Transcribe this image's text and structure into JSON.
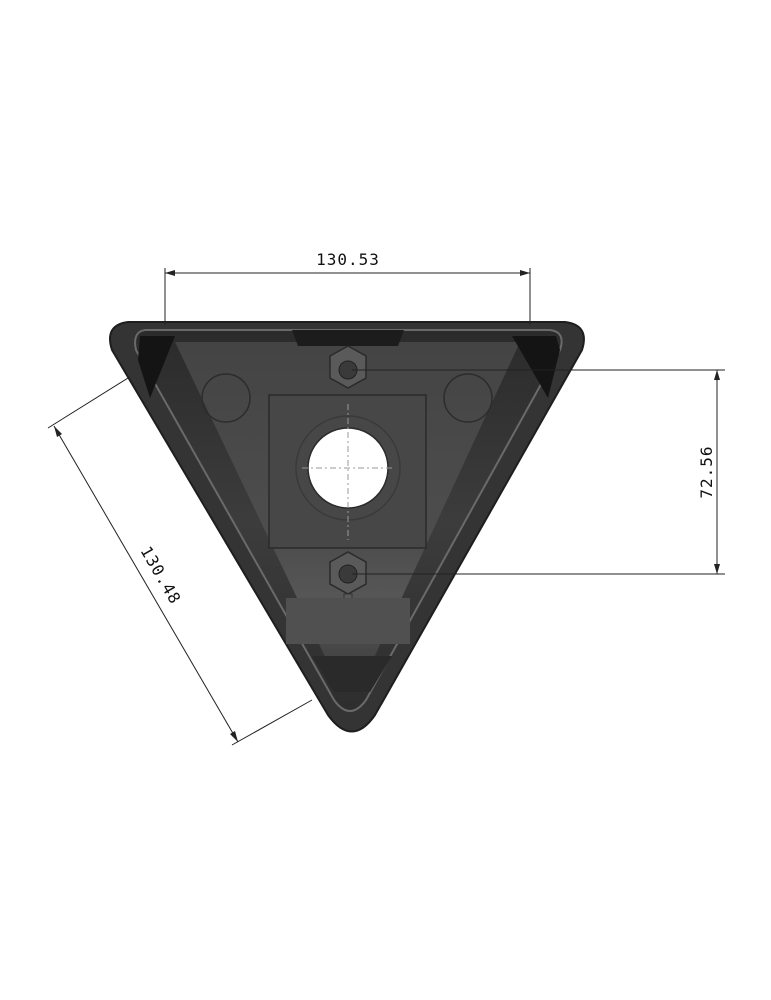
{
  "dimensions": {
    "top_width": "130.53",
    "side_length": "130.48",
    "screw_spacing": "72.56"
  },
  "colors": {
    "housing": "#3a3a3a",
    "housing_dark": "#1a1a1a",
    "inner_panel": "#4a4a4a",
    "background": "#ffffff"
  }
}
